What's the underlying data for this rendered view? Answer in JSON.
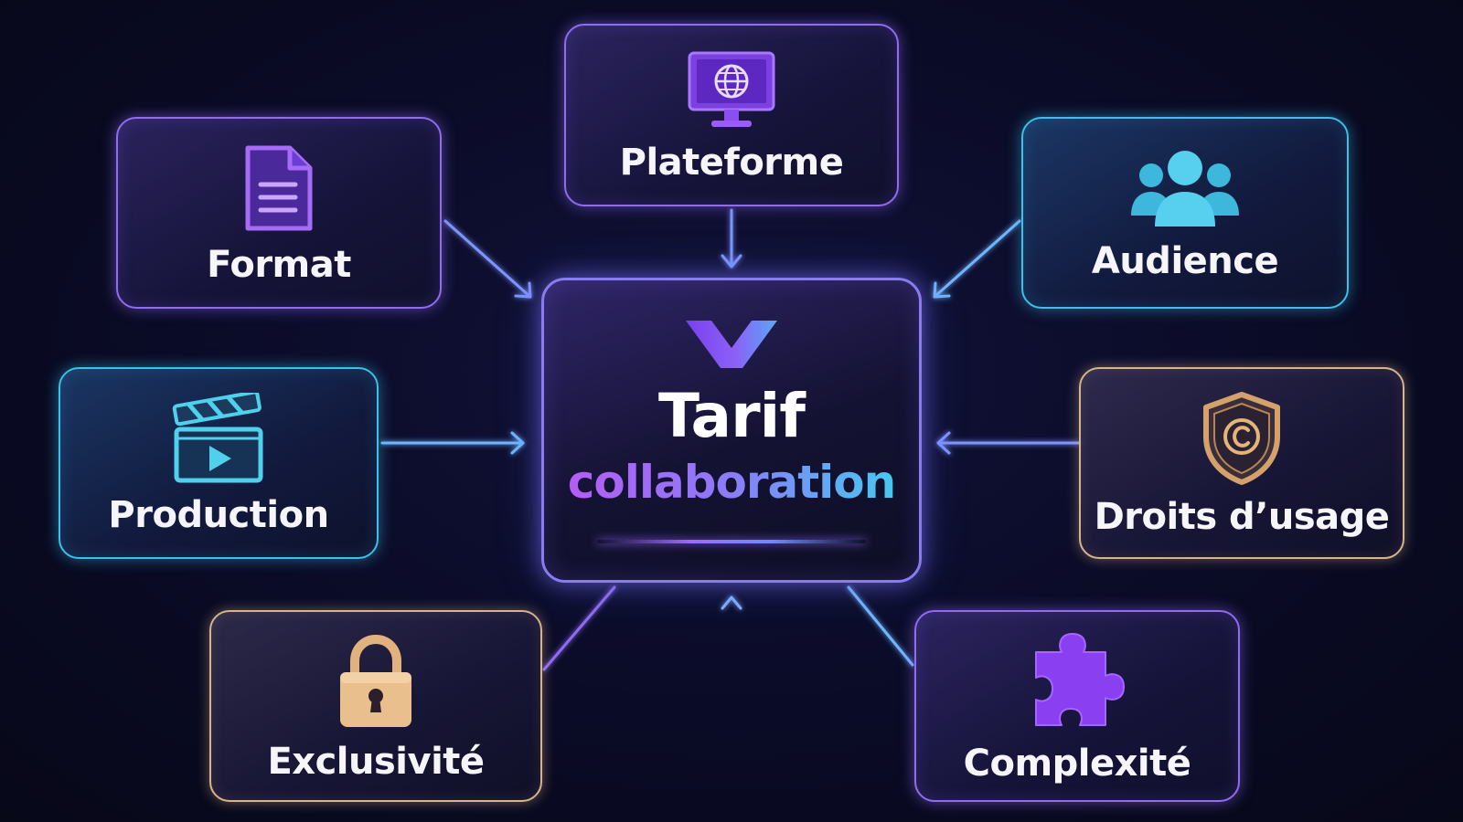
{
  "center": {
    "title": "Tarif",
    "subtitle": "collaboration",
    "logo_icon": "v-chevron-logo-icon"
  },
  "nodes": {
    "plateforme": {
      "label": "Plateforme",
      "icon": "monitor-globe-icon"
    },
    "format": {
      "label": "Format",
      "icon": "document-icon"
    },
    "audience": {
      "label": "Audience",
      "icon": "users-group-icon"
    },
    "production": {
      "label": "Production",
      "icon": "clapperboard-icon"
    },
    "droits": {
      "label": "Droits d’usage",
      "icon": "copyright-shield-icon"
    },
    "exclusivite": {
      "label": "Exclusivité",
      "icon": "padlock-icon"
    },
    "complexite": {
      "label": "Complexité",
      "icon": "puzzle-icon"
    }
  },
  "colors": {
    "background": "#0a0b26",
    "purple_accent": "#8f6cf2",
    "cyan_accent": "#3cc1ea",
    "gold_accent": "#d8b48b",
    "connector": "#6f8dff"
  }
}
